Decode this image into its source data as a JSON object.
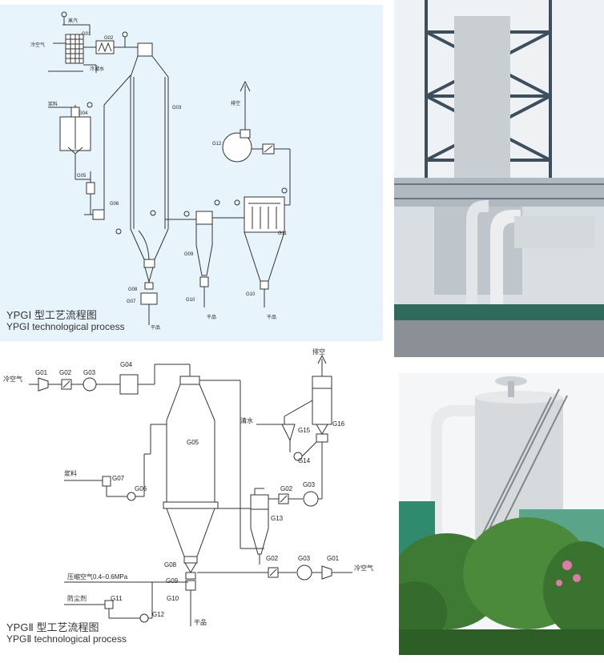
{
  "diagram1": {
    "title_cn": "YPGⅠ 型工艺流程图",
    "title_en": "YPGⅠ technological process",
    "labels": {
      "steam": "蒸汽",
      "cold_air": "冷空气",
      "cond_water": "冷凝水",
      "slurry": "浆料",
      "exhaust": "排空",
      "dry_product_1": "干品",
      "dry_product_2": "干品",
      "dry_product_3": "干品",
      "g01": "G01",
      "g02": "G02",
      "g03": "G03",
      "g04": "G04",
      "g05": "G05",
      "g06": "G06",
      "g07": "G07",
      "g08": "G08",
      "g09": "G09",
      "g10a": "G10",
      "g10b": "G10",
      "g11": "G11",
      "g12": "G12"
    }
  },
  "diagram2": {
    "title_cn": "YPGⅡ 型工艺流程图",
    "title_en": "YPGⅡ technological process",
    "labels": {
      "cold_air_left": "冷空气",
      "cold_air_right": "冷空气",
      "exhaust": "排空",
      "clear_water": "清水",
      "slurry": "浆料",
      "compressed_air": "压缩空气0.4–0.6MPa",
      "anti_dust": "防尘剂",
      "dry_product": "干品",
      "g01a": "G01",
      "g02a": "G02",
      "g03a": "G03",
      "g04": "G04",
      "g05": "G05",
      "g06": "G06",
      "g07": "G07",
      "g08": "G08",
      "g09": "G09",
      "g10": "G10",
      "g11": "G11",
      "g12": "G12",
      "g13": "G13",
      "g14": "G14",
      "g15": "G15",
      "g16": "G16",
      "g02b": "G02",
      "g02c": "G02",
      "g03b": "G03",
      "g03c": "G03",
      "g01b": "G01"
    }
  },
  "photos": {
    "top": "industrial spray dryer tower with steel frame",
    "bottom": "stainless spray dryer tower with stairway and trees"
  }
}
